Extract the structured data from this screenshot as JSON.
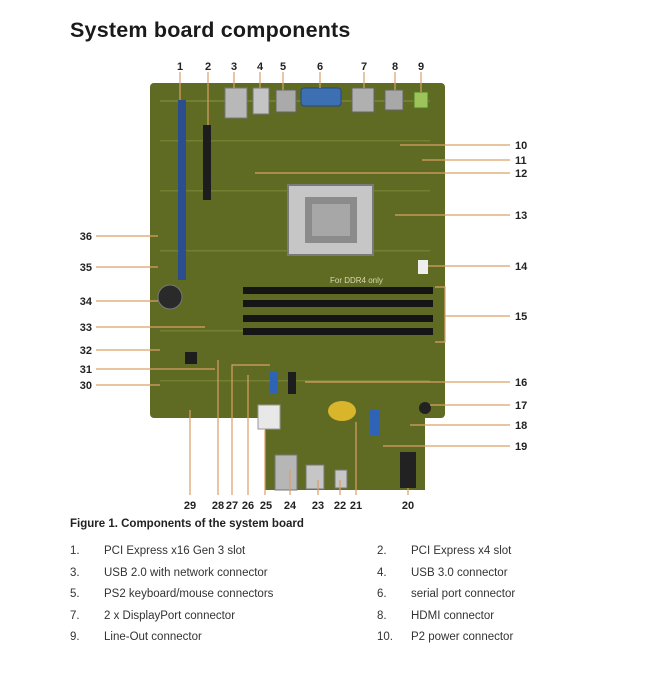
{
  "title": "System board components",
  "caption": "Figure 1. Components of the system board",
  "callouts": {
    "top": [
      "1",
      "2",
      "3",
      "4",
      "5",
      "6",
      "7",
      "8",
      "9"
    ],
    "right": [
      "10",
      "11",
      "12",
      "13",
      "14",
      "15",
      "16",
      "17",
      "18",
      "19"
    ],
    "left": [
      "36",
      "35",
      "34",
      "33",
      "32",
      "31",
      "30"
    ],
    "bottom": [
      "29",
      "28",
      "27",
      "26",
      "25",
      "24",
      "23",
      "22",
      "21",
      "20"
    ]
  },
  "board": {
    "silkscreen": "For DDR4 only"
  },
  "legend": [
    {
      "num": "1.",
      "label": "PCI Express x16 Gen 3 slot"
    },
    {
      "num": "2.",
      "label": "PCI Express x4 slot"
    },
    {
      "num": "3.",
      "label": "USB 2.0 with network connector"
    },
    {
      "num": "4.",
      "label": "USB 3.0 connector"
    },
    {
      "num": "5.",
      "label": "PS2 keyboard/mouse connectors"
    },
    {
      "num": "6.",
      "label": "serial port connector"
    },
    {
      "num": "7.",
      "label": "2 x DisplayPort connector"
    },
    {
      "num": "8.",
      "label": "HDMI connector"
    },
    {
      "num": "9.",
      "label": "Line-Out connector"
    },
    {
      "num": "10.",
      "label": "P2 power connector"
    }
  ]
}
